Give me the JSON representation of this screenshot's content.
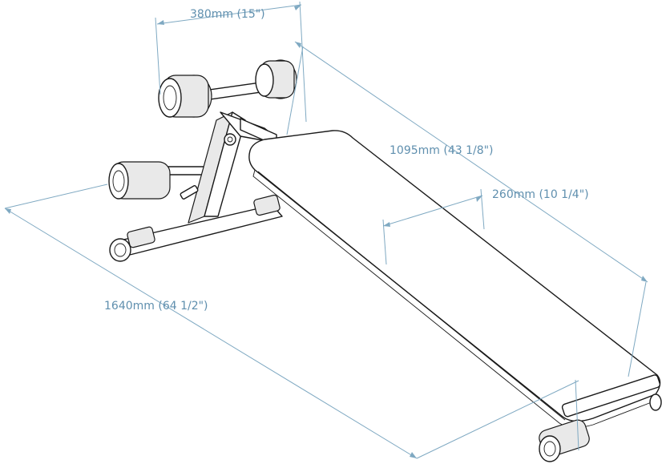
{
  "dimensions": {
    "depth": "380mm (15\")",
    "backrest_length": "1095mm (43 1/8\")",
    "backrest_width": "260mm (10 1/4\")",
    "overall_length": "1640mm (64 1/2\")"
  },
  "colors": {
    "dimension": "#7fa9c2",
    "dimension_text": "#5f8fae",
    "line_art": "#1a1a1a",
    "background": "#ffffff"
  }
}
